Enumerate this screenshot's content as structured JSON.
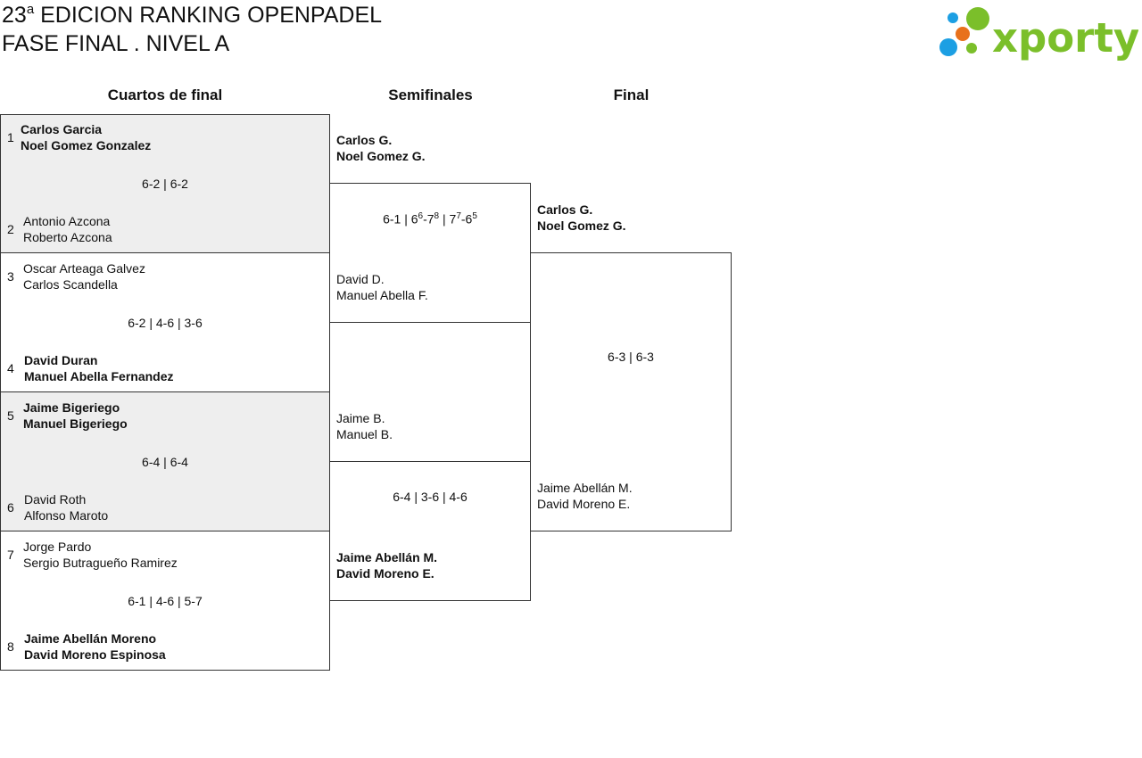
{
  "header": {
    "line1_pre": "23",
    "line1_sup": "a",
    "line1_post": " EDICION RANKING OPENPADEL",
    "line2": "FASE FINAL . NIVEL A",
    "logo_text": "xporty"
  },
  "colors": {
    "logo_green": "#7bbf2a",
    "logo_blue": "#1c9fe3",
    "logo_orange": "#e8711c",
    "shaded": "#eeeeee"
  },
  "rounds": {
    "qf": "Cuartos de final",
    "sf": "Semifinales",
    "final": "Final"
  },
  "quarterfinals": [
    {
      "seed_a": "1",
      "a1": "Carlos Garcia",
      "a2": "Noel Gomez Gonzalez",
      "score": "6-2 | 6-2",
      "seed_b": "2",
      "b1": "Antonio Azcona",
      "b2": "Roberto Azcona",
      "winner": "a"
    },
    {
      "seed_a": "3",
      "a1": "Oscar Arteaga Galvez",
      "a2": "Carlos Scandella",
      "score": "6-2 | 4-6 | 3-6",
      "seed_b": "4",
      "b1": "David Duran",
      "b2": "Manuel Abella Fernandez",
      "winner": "b"
    },
    {
      "seed_a": "5",
      "a1": "Jaime Bigeriego",
      "a2": "Manuel Bigeriego",
      "score": "6-4 | 6-4",
      "seed_b": "6",
      "b1": "David Roth",
      "b2": "Alfonso Maroto",
      "winner": "a"
    },
    {
      "seed_a": "7",
      "a1": "Jorge Pardo",
      "a2": "Sergio Butragueño Ramirez",
      "score": "6-1 | 4-6 | 5-7",
      "seed_b": "8",
      "b1": "Jaime Abellán Moreno",
      "b2": "David Moreno Espinosa",
      "winner": "b"
    }
  ],
  "semifinals": [
    {
      "a1": "Carlos G.",
      "a2": "Noel Gomez G.",
      "b1": "David D.",
      "b2": "Manuel Abella F.",
      "score": {
        "s1": "6-1 | 6",
        "s2": "6",
        "s3": "-7",
        "s4": "8",
        "s5": " | 7",
        "s6": "7",
        "s7": "-6",
        "s8": "5"
      },
      "winner": "a"
    },
    {
      "a1": "Jaime B.",
      "a2": "Manuel B.",
      "b1": "Jaime Abellán M.",
      "b2": "David Moreno E.",
      "score_text": "6-4 | 3-6 | 4-6",
      "winner": "b"
    }
  ],
  "final": {
    "a1": "Carlos G.",
    "a2": "Noel Gomez G.",
    "b1": "Jaime Abellán M.",
    "b2": "David Moreno E.",
    "score": "6-3 | 6-3",
    "winner": "a"
  }
}
